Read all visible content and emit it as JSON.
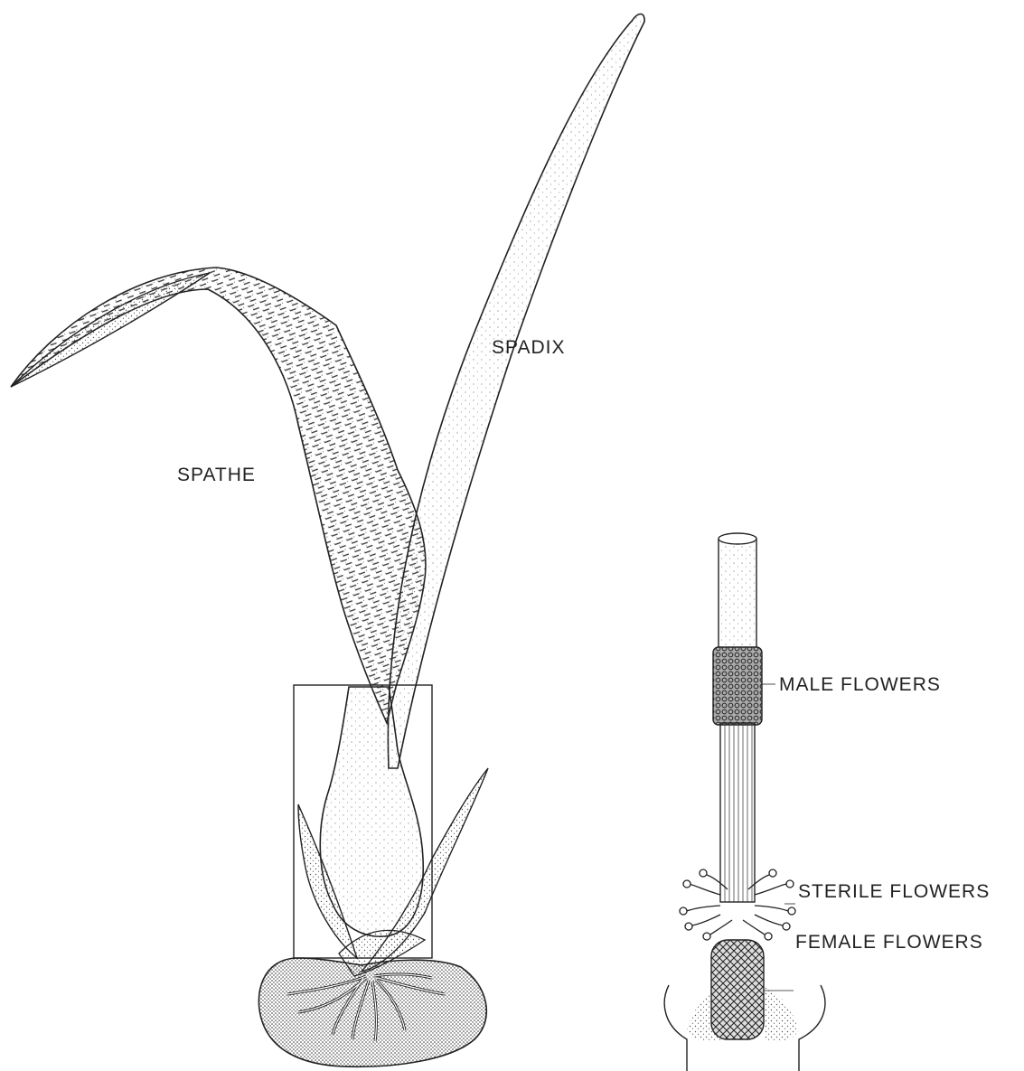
{
  "labels": {
    "spadix": "SPADIX",
    "spathe": "SPATHE",
    "male_flowers": "MALE FLOWERS",
    "sterile_flowers": "STERILE FLOWERS",
    "female_flowers": "FEMALE FLOWERS"
  },
  "colors": {
    "ink": "#222222",
    "stipple": "#555555",
    "paper": "#ffffff"
  }
}
